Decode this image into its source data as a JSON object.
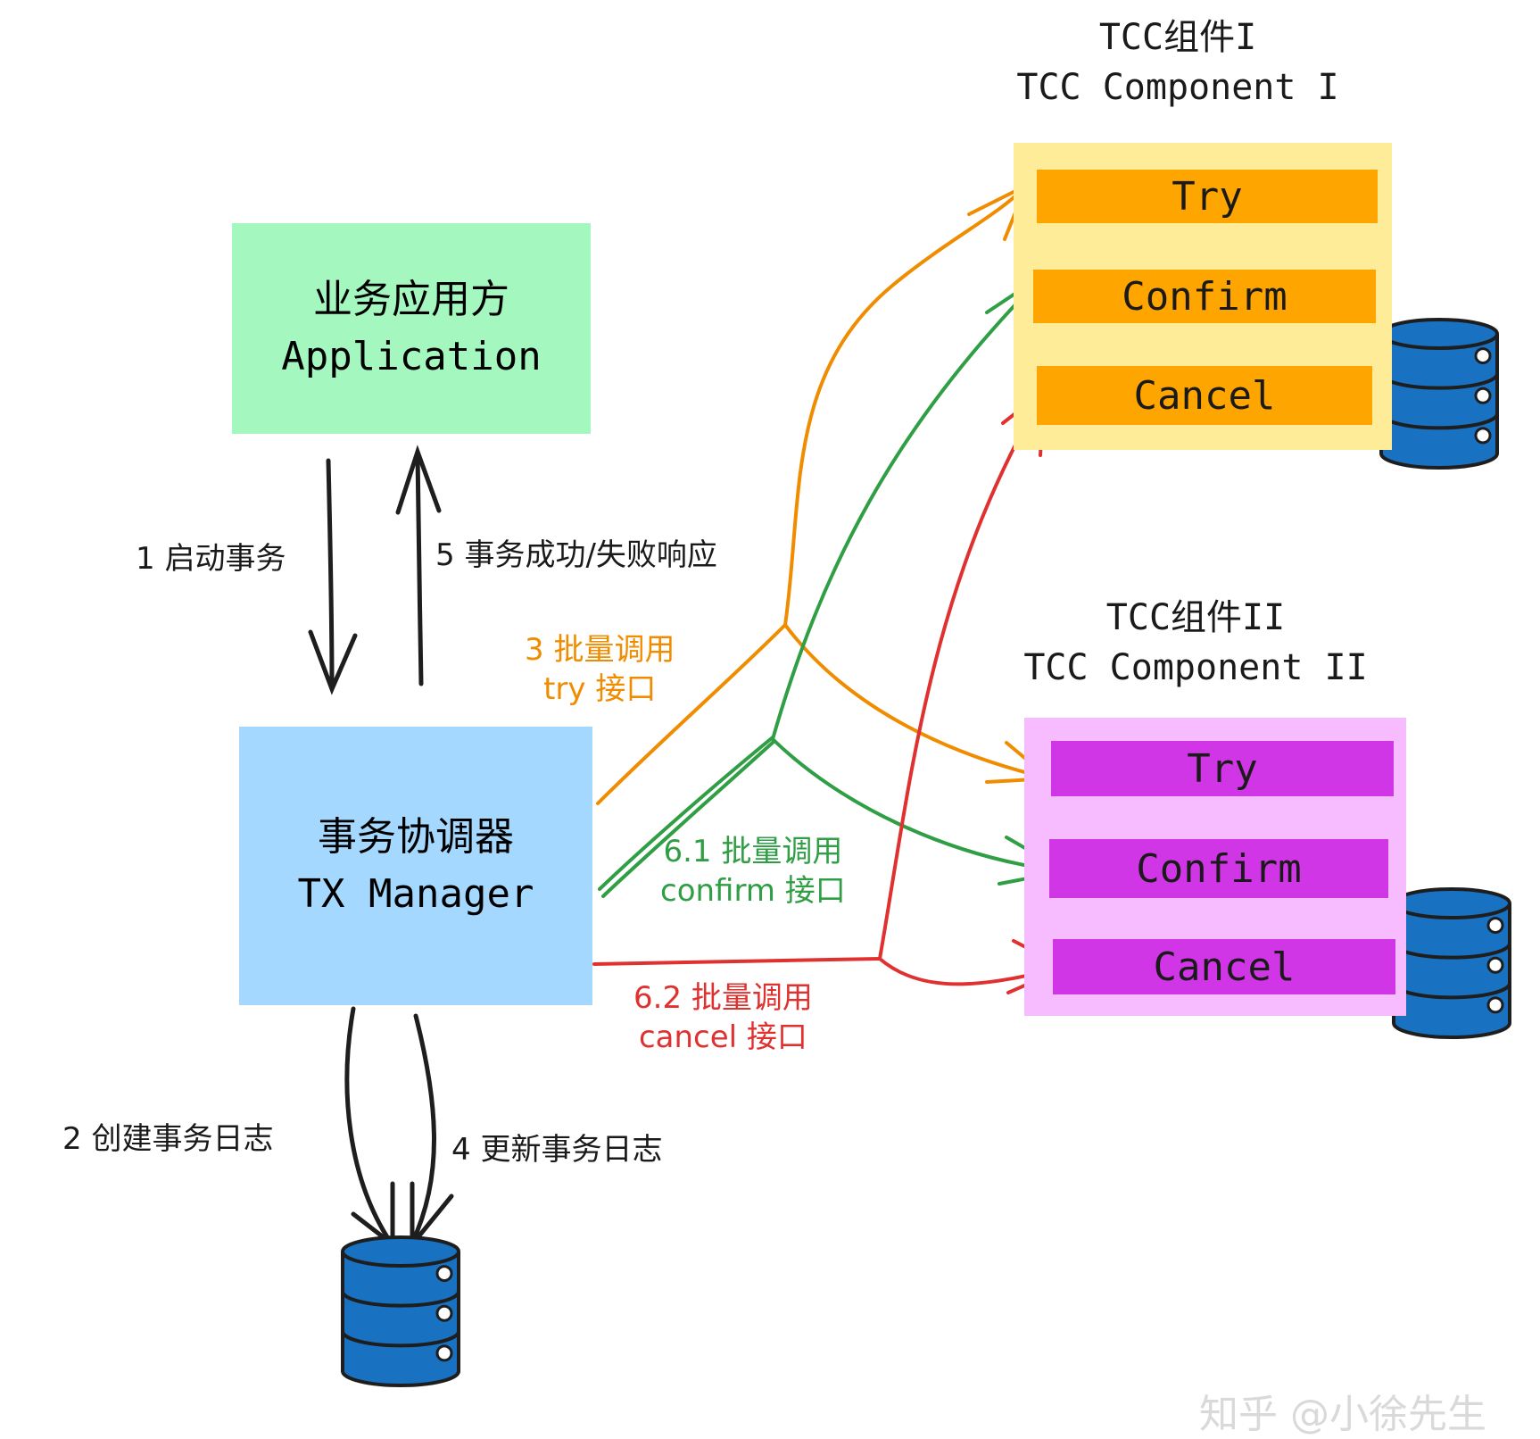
{
  "application": {
    "title_cn": "业务应用方",
    "title_en": "Application",
    "color": "#a3f7bf"
  },
  "tx_manager": {
    "title_cn": "事务协调器",
    "title_en": "TX Manager",
    "color": "#a5d8ff"
  },
  "component_1": {
    "title_cn": "TCC组件I",
    "title_en": "TCC Component I",
    "bg_color": "#ffec99",
    "bar_color": "#ffa500",
    "bars": [
      "Try",
      "Confirm",
      "Cancel"
    ]
  },
  "component_2": {
    "title_cn": "TCC组件II",
    "title_en": "TCC Component II",
    "bg_color": "#f7bcff",
    "bar_color": "#d136e6",
    "bars": [
      "Try",
      "Confirm",
      "Cancel"
    ]
  },
  "steps": {
    "s1": "1 启动事务",
    "s2": "2 创建事务日志",
    "s3_line1": "3 批量调用",
    "s3_line2": "try 接口",
    "s4": "4 更新事务日志",
    "s5": "5 事务成功/失败响应",
    "s61_line1": "6.1 批量调用",
    "s61_line2": "confirm 接口",
    "s62_line1": "6.2 批量调用",
    "s62_line2": "cancel 接口"
  },
  "colors": {
    "try_arrow": "#f08c00",
    "confirm_arrow": "#2f9e44",
    "cancel_arrow": "#e03131",
    "db": "#1971c2",
    "ink": "#1e1e1e"
  },
  "watermark": "知乎 @小徐先生"
}
